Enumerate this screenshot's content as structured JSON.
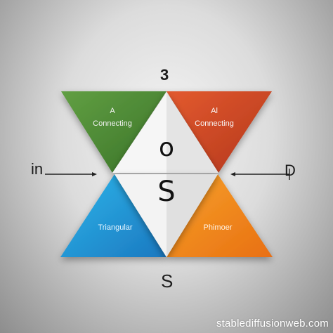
{
  "diagram": {
    "top_label": "3",
    "bottom_label": "S",
    "left_label": "in",
    "right_label": "D",
    "triangles": {
      "top_left": {
        "line1": "A",
        "line2": "Connecting",
        "color": "#5b9a3f"
      },
      "top_right": {
        "line1": "Al",
        "line2": "Connecting",
        "color": "#d24a25"
      },
      "bottom_left": {
        "line1": "",
        "line2": "Triangular",
        "color": "#2ea3dc"
      },
      "bottom_right": {
        "line1": "",
        "line2": "Phimoer",
        "color": "#f08a1c"
      }
    },
    "center_glyph_top": "o",
    "center_glyph_bottom": "S",
    "colors": {
      "center": "#f5f5f5",
      "text": "#1b1b1b"
    }
  },
  "watermark": "stablediffusionweb.com"
}
